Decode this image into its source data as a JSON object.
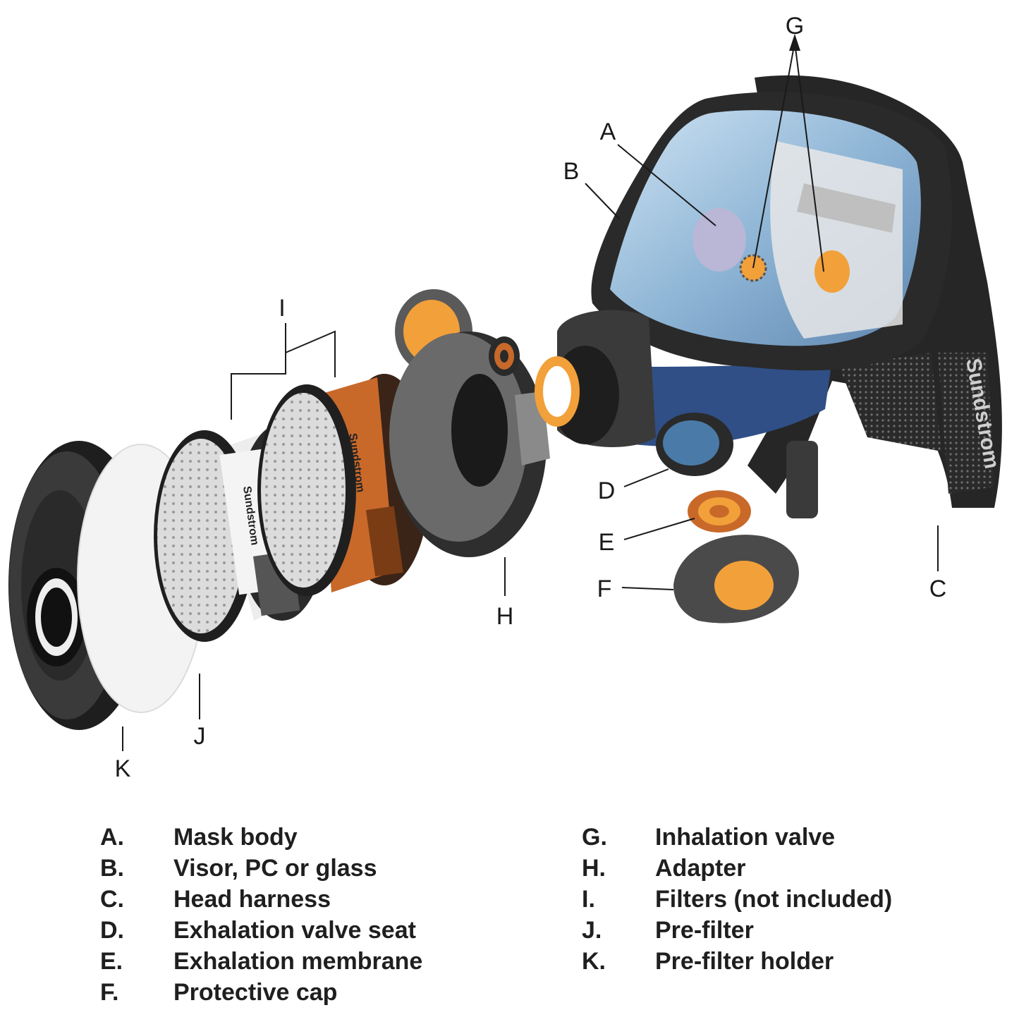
{
  "callouts": [
    "A",
    "B",
    "C",
    "D",
    "E",
    "F",
    "G",
    "H",
    "I",
    "J",
    "K"
  ],
  "brand": "Sundstrom",
  "legend": {
    "left": [
      {
        "letter": "A.",
        "text": "Mask body"
      },
      {
        "letter": "B.",
        "text": "Visor, PC or glass"
      },
      {
        "letter": "C.",
        "text": "Head harness"
      },
      {
        "letter": "D.",
        "text": "Exhalation valve seat"
      },
      {
        "letter": "E.",
        "text": "Exhalation membrane"
      },
      {
        "letter": "F.",
        "text": "Protective cap"
      }
    ],
    "right": [
      {
        "letter": "G.",
        "text": "Inhalation valve"
      },
      {
        "letter": "H.",
        "text": "Adapter"
      },
      {
        "letter": "I.",
        "text": "Filters (not included)"
      },
      {
        "letter": "J.",
        "text": "Pre-filter"
      },
      {
        "letter": "K.",
        "text": "Pre-filter holder"
      }
    ]
  },
  "colors": {
    "rubber": "#3a3a3a",
    "rubber_dark": "#1e1e1e",
    "visor_blue": "#8fb6d6",
    "mask_blue": "#2f4f86",
    "orange": "#f2a03a",
    "filter_brown": "#c8692a",
    "filter_grey": "#d9d9d9"
  }
}
